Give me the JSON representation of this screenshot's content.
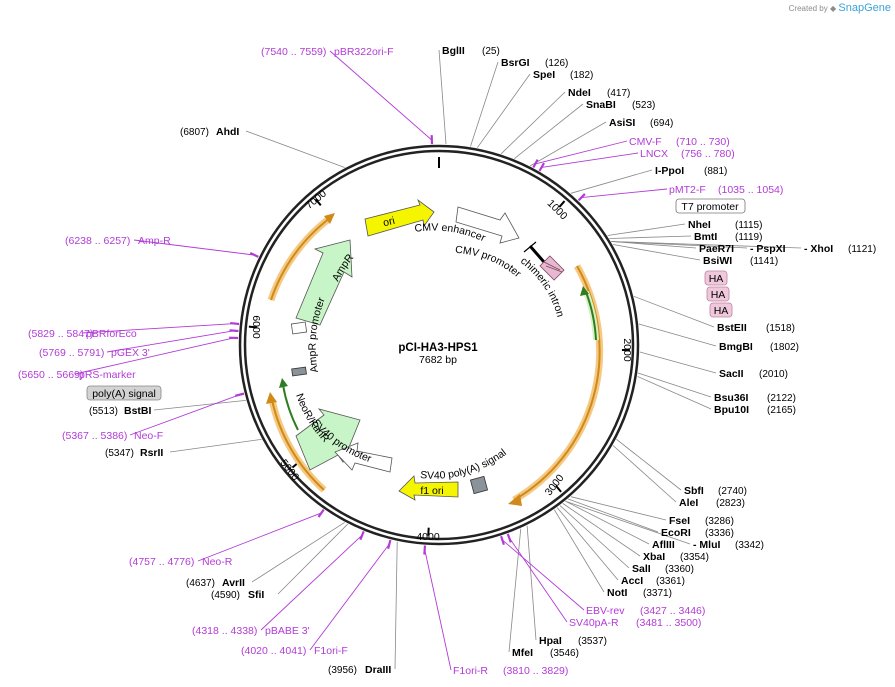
{
  "app": {
    "brand_prefix": "Created by",
    "brand_name": "SnapGene"
  },
  "plasmid": {
    "name": "pCI-HA3-HPS1",
    "length": "7682 bp"
  },
  "tick_labels": [
    "1000",
    "2000",
    "3000",
    "4000",
    "5000",
    "6000",
    "7000"
  ],
  "sites": [
    {
      "name": "BglII",
      "pos": "(25)"
    },
    {
      "name": "BsrGI",
      "pos": "(126)"
    },
    {
      "name": "SpeI",
      "pos": "(182)"
    },
    {
      "name": "NdeI",
      "pos": "(417)"
    },
    {
      "name": "SnaBI",
      "pos": "(523)"
    },
    {
      "name": "AsiSI",
      "pos": "(694)"
    },
    {
      "name": "I-PpoI",
      "pos": "(881)"
    },
    {
      "name": "NheI",
      "pos": "(1115)"
    },
    {
      "name": "BmtI",
      "pos": "(1119)"
    },
    {
      "name": "PaeR7I",
      "pos": ""
    },
    {
      "name": "- PspXI",
      "pos": ""
    },
    {
      "name": "- XhoI",
      "pos": "(1121)"
    },
    {
      "name": "BsiWI",
      "pos": "(1141)"
    },
    {
      "name": "BstEII",
      "pos": "(1518)"
    },
    {
      "name": "BmgBI",
      "pos": "(1802)"
    },
    {
      "name": "SacII",
      "pos": "(2010)"
    },
    {
      "name": "Bsu36I",
      "pos": "(2122)"
    },
    {
      "name": "Bpu10I",
      "pos": "(2165)"
    },
    {
      "name": "SbfI",
      "pos": "(2740)"
    },
    {
      "name": "AleI",
      "pos": "(2823)"
    },
    {
      "name": "FseI",
      "pos": "(3286)"
    },
    {
      "name": "EcoRI",
      "pos": "(3336)"
    },
    {
      "name": "AflIII",
      "pos": ""
    },
    {
      "name": "- MluI",
      "pos": "(3342)"
    },
    {
      "name": "XbaI",
      "pos": "(3354)"
    },
    {
      "name": "SalI",
      "pos": "(3360)"
    },
    {
      "name": "AccI",
      "pos": "(3361)"
    },
    {
      "name": "NotI",
      "pos": "(3371)"
    },
    {
      "name": "HpaI",
      "pos": "(3537)"
    },
    {
      "name": "MfeI",
      "pos": "(3546)"
    },
    {
      "name": "DraIII",
      "pos": "(3956)"
    },
    {
      "name": "SfiI",
      "pos": "(4590)"
    },
    {
      "name": "AvrII",
      "pos": "(4637)"
    },
    {
      "name": "RsrII",
      "pos": "(5347)"
    },
    {
      "name": "BstBI",
      "pos": "(5513)"
    },
    {
      "name": "AhdI",
      "pos": "(6807)"
    }
  ],
  "primers": [
    {
      "name": "pBR322ori-F",
      "range": "(7540 .. 7559)"
    },
    {
      "name": "CMV-F",
      "range": "(710 .. 730)"
    },
    {
      "name": "LNCX",
      "range": "(756 .. 780)"
    },
    {
      "name": "pMT2-F",
      "range": "(1035 .. 1054)"
    },
    {
      "name": "Amp-R",
      "range": "(6238 .. 6257)"
    },
    {
      "name": "pBRforEco",
      "range": "(5829 .. 5847)"
    },
    {
      "name": "pGEX 3'",
      "range": "(5769 .. 5791)"
    },
    {
      "name": "pRS-marker",
      "range": "(5650 .. 5669)"
    },
    {
      "name": "Neo-F",
      "range": "(5367 .. 5386)"
    },
    {
      "name": "Neo-R",
      "range": "(4757 .. 4776)"
    },
    {
      "name": "pBABE 3'",
      "range": "(4318 .. 4338)"
    },
    {
      "name": "F1ori-F",
      "range": "(4020 .. 4041)"
    },
    {
      "name": "F1ori-R",
      "range": "(3810 .. 3829)"
    },
    {
      "name": "EBV-rev",
      "range": "(3427 .. 3446)"
    },
    {
      "name": "SV40pA-R",
      "range": "(3481 .. 3500)"
    }
  ],
  "features": {
    "t7_promoter": "T7 promoter",
    "ha": "HA",
    "poly_a_signal": "poly(A) signal",
    "ori": "ori",
    "cmv_enhancer": "CMV enhancer",
    "cmv_promoter": "CMV promoter",
    "chimeric_intron": "chimeric intron",
    "ampr": "AmpR",
    "ampr_promoter": "AmpR promoter",
    "sv40_promoter": "SV40 promoter",
    "neor_kanr": "NeoR/KanR",
    "sv40_polya_signal": "SV40 poly(A) signal",
    "f1_ori": "f1 ori"
  },
  "colors": {
    "backbone": "#222222",
    "primer": "#b23bd6",
    "orf": "#f0c060",
    "ori": "#f5f500",
    "promoter": "#c8f5c8",
    "ha_box": "#f0c8dc"
  }
}
